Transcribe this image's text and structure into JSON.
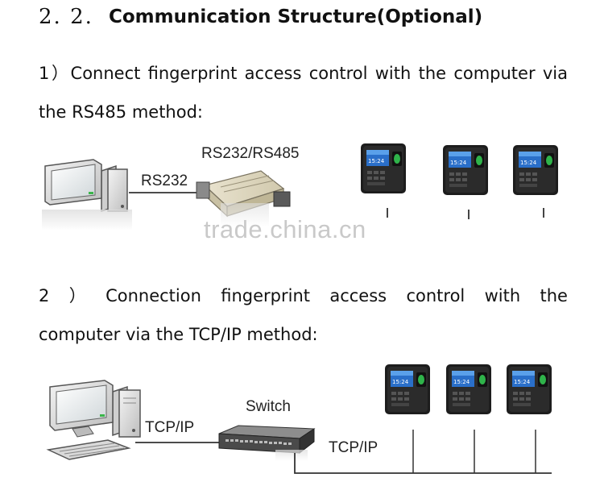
{
  "section": {
    "number": "2. 2.",
    "title": "Communication Structure(Optional)"
  },
  "para1": {
    "text": "1）Connect fingerprint access control with the computer via the RS485 method:"
  },
  "diagram1": {
    "rs232_label": "RS232",
    "converter_label": "RS232/RS485",
    "device_screen_time": "15:24"
  },
  "watermark": "trade.china.cn",
  "para2": {
    "words_line1": [
      "2",
      "）",
      "Connection",
      "fingerprint",
      "access",
      "control",
      "with",
      "the"
    ],
    "line2": "computer via the TCP/IP method:"
  },
  "diagram2": {
    "switch_label": "Switch",
    "tcpip_label_1": "TCP/IP",
    "tcpip_label_2": "TCP/IP",
    "device_screen_time": "15:24"
  }
}
